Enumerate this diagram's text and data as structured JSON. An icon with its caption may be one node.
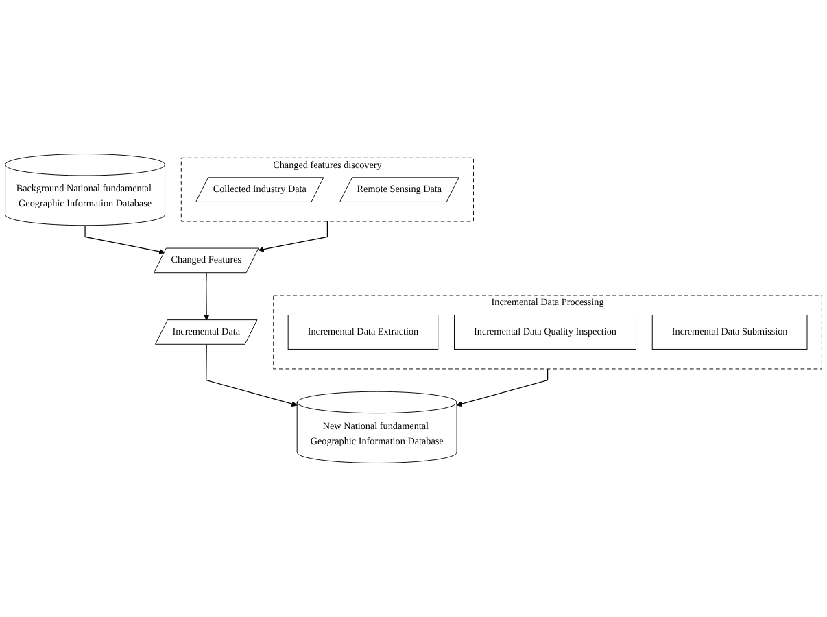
{
  "diagram": {
    "nodes": [
      {
        "text": [
          "Background National fundamental Geographic Information Database"
        ]
      },
      {
        "text": [
          "Changed features discovery"
        ]
      },
      {
        "text": [
          "Collected Industry Data"
        ],
        "in": 1
      },
      {
        "text": [
          "Remote Sensing Data"
        ],
        "in": 1
      },
      {
        "text": [
          "Changed Features"
        ]
      },
      {
        "text": [
          "Incremental Data Processing"
        ]
      },
      {
        "text": [
          "Incremental Data Extraction"
        ],
        "in": 5
      },
      {
        "text": [
          "Incremental Data Quality Inspection"
        ],
        "in": 5
      },
      {
        "text": [
          "Incremental Data Submission"
        ],
        "in": 5
      },
      {
        "text": [
          "Incremental Data"
        ]
      },
      {
        "text": [
          "New National fundamental Geographic Information Database"
        ]
      }
    ],
    "edges": [
      {
        "from": 0,
        "to": 4,
        "arrow": "to"
      },
      {
        "from": 1,
        "to": 4,
        "arrow": "to"
      },
      {
        "from": 4,
        "to": 9,
        "arrow": "to"
      },
      {
        "from": 9,
        "to": 10,
        "arrow": "to"
      },
      {
        "from": 5,
        "to": 10,
        "arrow": "to"
      }
    ]
  }
}
